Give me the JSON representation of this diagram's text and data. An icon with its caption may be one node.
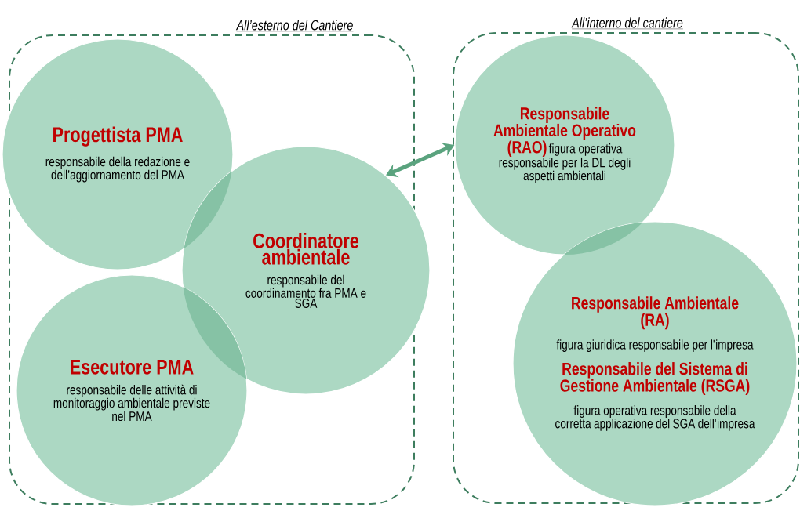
{
  "diagram": {
    "nodes": [
      {
        "text": [
          "All’esterno del Cantiere"
        ]
      },
      {
        "text": [
          "Progettista PMA",
          "responsabile della redazione e dell’aggiornamento del PMA"
        ],
        "in": 0
      },
      {
        "text": [
          "Coordinatore ambientale",
          "responsabile del coordinamento fra PMA e SGA"
        ]
      },
      {
        "text": [
          "Esecutore PMA",
          "responsabile delle attività di monitoraggio ambientale previste nel PMA"
        ],
        "in": 0
      },
      {
        "text": [
          "All’interno del cantiere"
        ]
      },
      {
        "text": [
          "Responsabile Ambientale Operativo (RAO)",
          "figura operativa responsabile per la DL degli aspetti ambientali"
        ],
        "in": 4
      },
      {
        "text": [
          "Responsabile Ambientale (RA)",
          "figura giuridica responsabile per l'impresa",
          "Responsabile del Sistema di Gestione Ambientale (RSGA)",
          "figura operativa responsabile della corretta applicazione del SGA dell'impresa"
        ],
        "in": 4
      }
    ],
    "edges": [
      {
        "from": 2,
        "to": 5,
        "arrow": "both"
      }
    ]
  }
}
